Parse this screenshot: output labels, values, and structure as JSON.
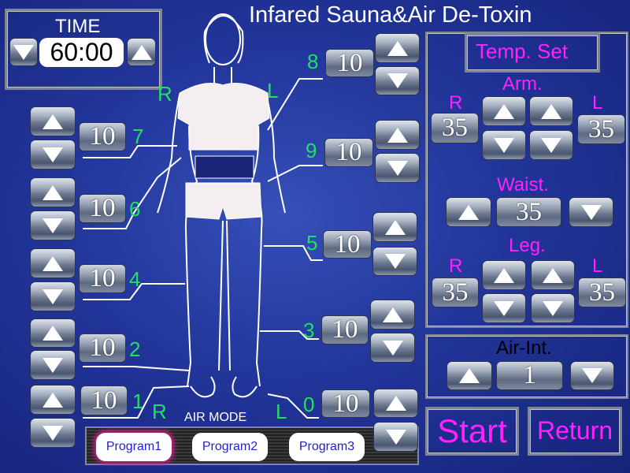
{
  "title": "Infared Sauna&Air De-Toxin",
  "time": {
    "label": "TIME",
    "value": "60:00"
  },
  "zones": {
    "z0": "10",
    "z1": "10",
    "z2": "10",
    "z3": "10",
    "z4": "10",
    "z5": "10",
    "z6": "10",
    "z7": "10",
    "z8": "10",
    "z9": "10"
  },
  "zone_labels": {
    "z0": "0",
    "z1": "1",
    "z2": "2",
    "z3": "3",
    "z4": "4",
    "z5": "5",
    "z6": "6",
    "z7": "7",
    "z8": "8",
    "z9": "9"
  },
  "body_labels": {
    "upper_r": "R",
    "upper_l": "L",
    "lower_r": "R",
    "lower_l": "L"
  },
  "temp": {
    "title": "Temp. Set",
    "arm_label": "Arm.",
    "arm_r_label": "R",
    "arm_l_label": "L",
    "arm_r": "35",
    "arm_l": "35",
    "waist_label": "Waist.",
    "waist": "35",
    "leg_label": "Leg.",
    "leg_r_label": "R",
    "leg_l_label": "L",
    "leg_r": "35",
    "leg_l": "35"
  },
  "air_int": {
    "label": "Air-Int.",
    "value": "1"
  },
  "air_mode": {
    "label": "AIR MODE",
    "programs": [
      "Program1",
      "Program2",
      "Program3"
    ],
    "selected": "Program1"
  },
  "actions": {
    "start": "Start",
    "return": "Return"
  },
  "colors": {
    "accent": "#ff22ff",
    "zone_label": "#20e060",
    "background": "#22359a"
  }
}
